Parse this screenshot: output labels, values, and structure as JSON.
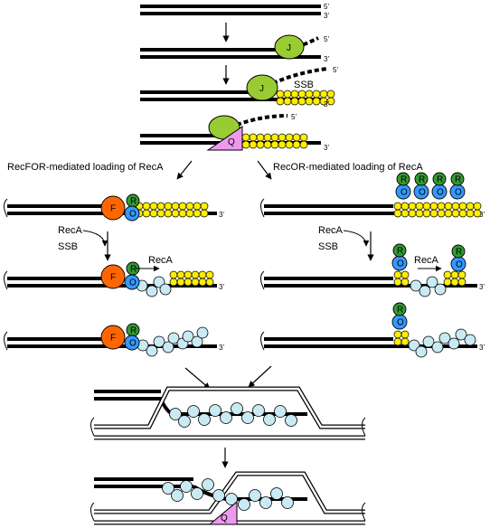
{
  "strand_labels": {
    "five_prime": "5’",
    "three_prime": "3’"
  },
  "proteins": {
    "J": "J",
    "Q": "Q",
    "F": "F",
    "R": "R",
    "O": "O",
    "ssb": "SSB",
    "reca": "RecA"
  },
  "pathways": {
    "left": "RecFOR-mediated loading of RecA",
    "right": "RecOR-mediated loading of RecA"
  },
  "steps": {
    "reca": "RecA",
    "ssb": "SSB"
  },
  "colors": {
    "recJ": "#99cc33",
    "recQ": "#ee99ee",
    "recF": "#ff6600",
    "recR": "#339933",
    "recO": "#3399ff",
    "ssb": "#ffee00",
    "recA": "#c9eaf3"
  }
}
